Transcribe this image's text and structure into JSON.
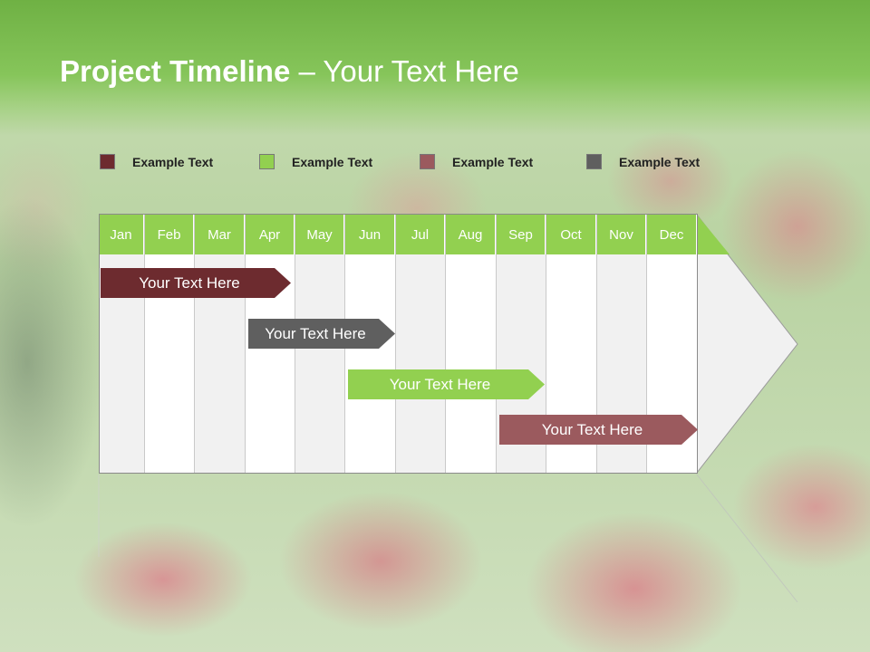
{
  "slide": {
    "title_bold": "Project Timeline",
    "title_rest": " – Your Text Here"
  },
  "legend": [
    {
      "label": "Example Text",
      "color": "#6d2b2f"
    },
    {
      "label": "Example Text",
      "color": "#92d050"
    },
    {
      "label": "Example Text",
      "color": "#9b5a5e"
    },
    {
      "label": "Example Text",
      "color": "#5f5f5f"
    }
  ],
  "timeline": {
    "months": [
      "Jan",
      "Feb",
      "Mar",
      "Apr",
      "May",
      "Jun",
      "Jul",
      "Aug",
      "Sep",
      "Oct",
      "Nov",
      "Dec"
    ],
    "header_color": "#92d050",
    "tasks": [
      {
        "label": "Your  Text Here",
        "color": "#6d2b2f",
        "start_month": "Jan",
        "end_month": "Apr"
      },
      {
        "label": "Your  Text Here",
        "color": "#5f5f5f",
        "start_month": "Apr",
        "end_month": "Jun"
      },
      {
        "label": "Your  Text Here",
        "color": "#92d050",
        "start_month": "Jun",
        "end_month": "Sep"
      },
      {
        "label": "Your  Text Here",
        "color": "#9b5a5e",
        "start_month": "Sep",
        "end_month": "Dec"
      }
    ]
  }
}
